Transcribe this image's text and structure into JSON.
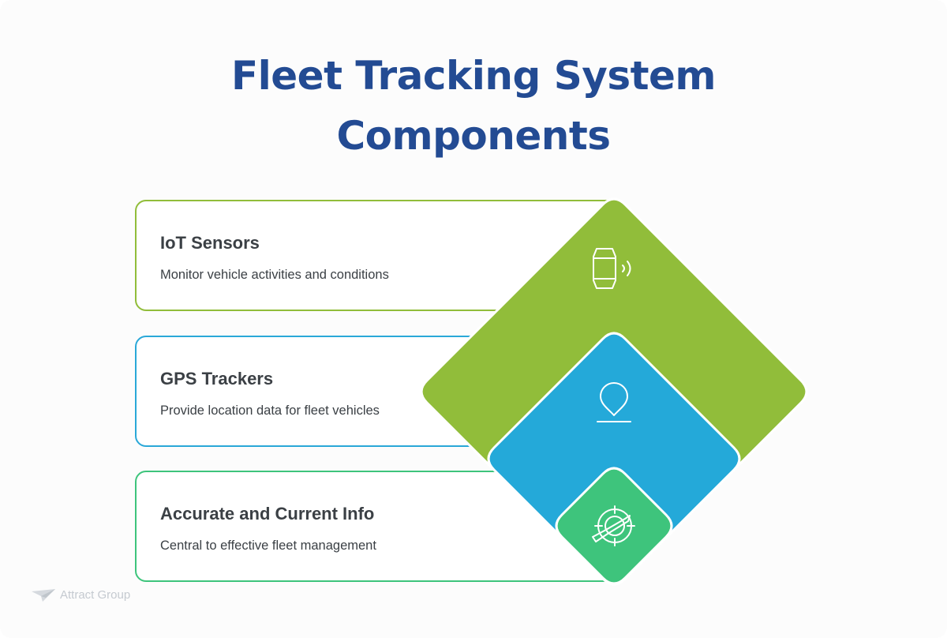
{
  "title": {
    "line1": "Fleet Tracking System",
    "line2": "Components"
  },
  "components": [
    {
      "title": "IoT Sensors",
      "description": "Monitor vehicle activities and conditions",
      "color": "#91bd3a",
      "icon": "iot-sensor-icon"
    },
    {
      "title": "GPS Trackers",
      "description": "Provide location data for fleet vehicles",
      "color": "#24a9d9",
      "icon": "location-pin-icon"
    },
    {
      "title": "Accurate and Current Info",
      "description": "Central to effective fleet management",
      "color": "#3ec47c",
      "icon": "target-icon"
    }
  ],
  "logo": {
    "text": "Attract Group"
  }
}
